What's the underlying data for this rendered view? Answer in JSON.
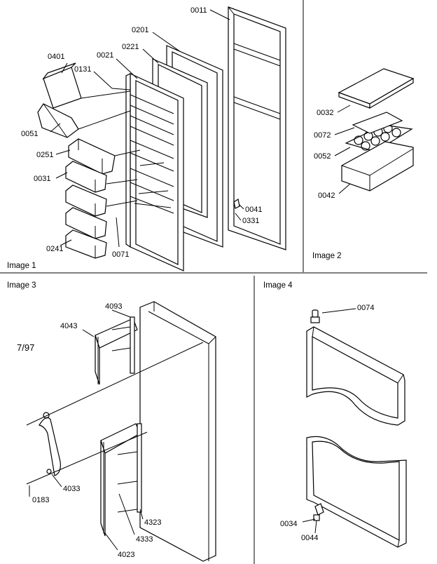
{
  "figure": {
    "date_code": "7/97",
    "panels": [
      {
        "caption": "Image 1"
      },
      {
        "caption": "Image 2"
      },
      {
        "caption": "Image 3"
      },
      {
        "caption": "Image 4"
      }
    ]
  },
  "parts": {
    "p0011": "0011",
    "p0201": "0201",
    "p0221": "0221",
    "p0021": "0021",
    "p0131": "0131",
    "p0401": "0401",
    "p0051": "0051",
    "p0251": "0251",
    "p0031": "0031",
    "p0241": "0241",
    "p0071": "0071",
    "p0041": "0041",
    "p0331": "0331",
    "p0032": "0032",
    "p0072": "0072",
    "p0052": "0052",
    "p0042": "0042",
    "p4093": "4093",
    "p4043": "4043",
    "p4033": "4033",
    "p0183": "0183",
    "p4323": "4323",
    "p4333": "4333",
    "p4023": "4023",
    "p0074": "0074",
    "p0034": "0034",
    "p0044": "0044"
  }
}
